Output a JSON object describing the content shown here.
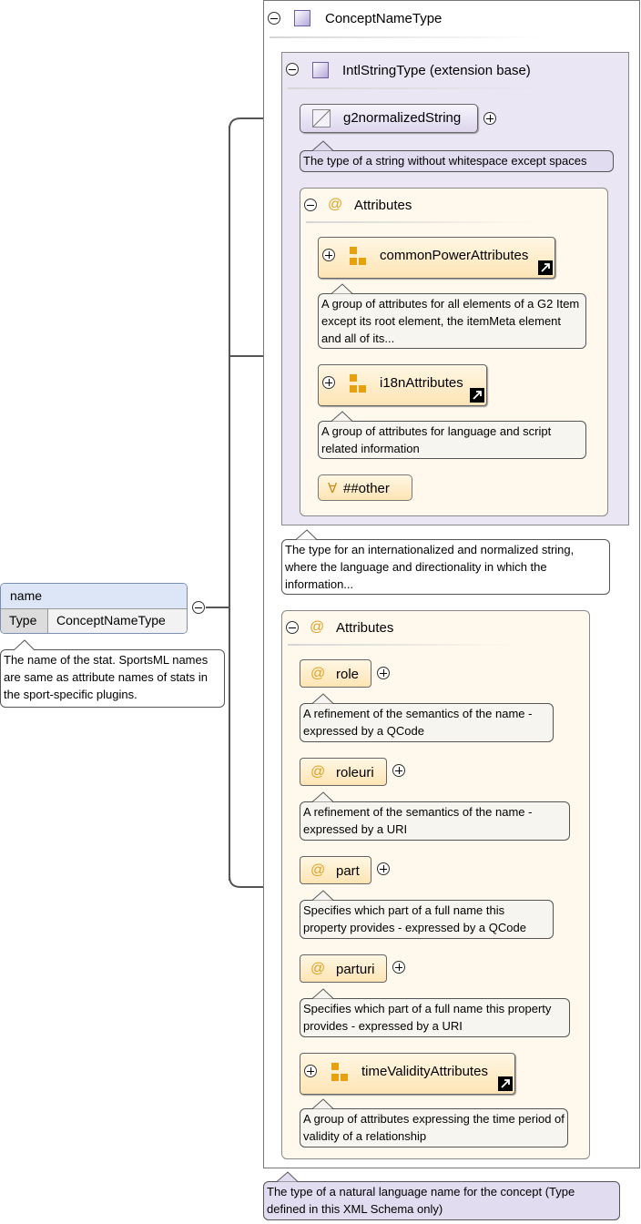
{
  "root": {
    "name": "name",
    "type_label": "Type",
    "type_value": "ConceptNameType",
    "doc": "The name of the stat. SportsML names are same as attribute names of stats in the sport-specific plugins."
  },
  "concept": {
    "title": "ConceptNameType",
    "doc": "The type of a natural language name for the concept (Type defined in this XML Schema only)"
  },
  "extension": {
    "title": "IntlStringType (extension base)",
    "doc": "The type for an internationalized and normalized string, where the language and directionality in which the information...",
    "base": {
      "name": "g2normalizedString",
      "doc": "The type of a string without whitespace except spaces"
    },
    "attributes": {
      "title": "Attributes",
      "groups": [
        {
          "name": "commonPowerAttributes",
          "doc": "A group of attributes for all elements of a G2 Item except its root element, the itemMeta element and all of its..."
        },
        {
          "name": "i18nAttributes",
          "doc": "A group of attributes for language and script related information"
        }
      ],
      "any": "##other",
      "any_symbol": "∀"
    }
  },
  "attributes": {
    "title": "Attributes",
    "items": [
      {
        "name": "role",
        "doc": "A refinement of the semantics of the name - expressed by a QCode"
      },
      {
        "name": "roleuri",
        "doc": "A refinement of the semantics of the name - expressed by a URI"
      },
      {
        "name": "part",
        "doc": "Specifies which part of a full name this property provides - expressed by a QCode"
      },
      {
        "name": "parturi",
        "doc": "Specifies which part of a full name this property provides - expressed by a URI"
      }
    ],
    "group": {
      "name": "timeValidityAttributes",
      "doc": "A group of attributes expressing the time period of validity of a relationship"
    }
  },
  "icons": {
    "at": "@",
    "collapse": "collapse-icon",
    "expand": "expand-icon",
    "type": "complex-type-icon",
    "simple_type": "simple-type-icon",
    "attribute_group": "attribute-group-icon",
    "reference": "reference-arrow-icon"
  },
  "colors": {
    "element_header": "#dde6f6",
    "type_panel": "#eae6f4",
    "attribute_panel": "#fff8ec",
    "attribute_item": "#fde8bd",
    "attribute_icon": "#e3a220",
    "note_purple": "#e2dcf0"
  }
}
